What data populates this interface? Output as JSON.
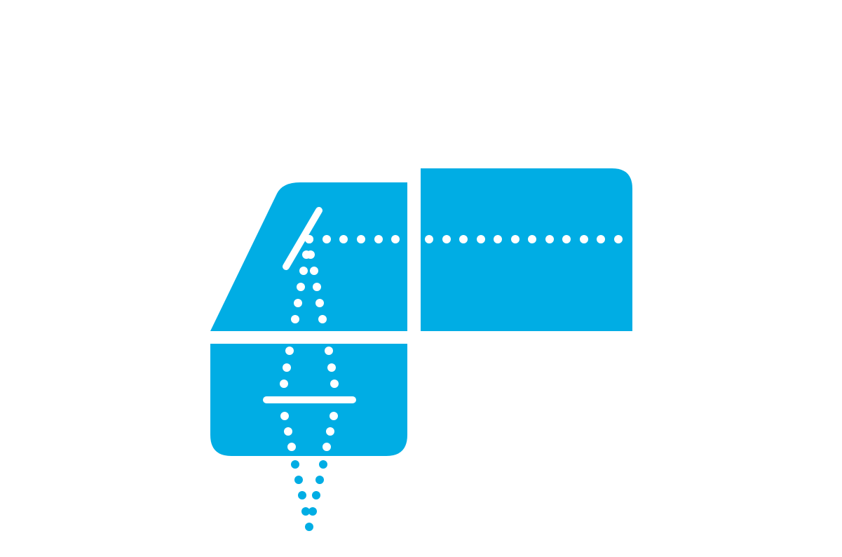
{
  "icon": {
    "name": "van-windows-reflection-icon",
    "colors": {
      "primary": "#00ADE4",
      "background": "#FFFFFF",
      "highlight": "#FFFFFF"
    },
    "panels": [
      "windshield-panel",
      "rear-window-panel",
      "side-door-window-panel"
    ]
  }
}
